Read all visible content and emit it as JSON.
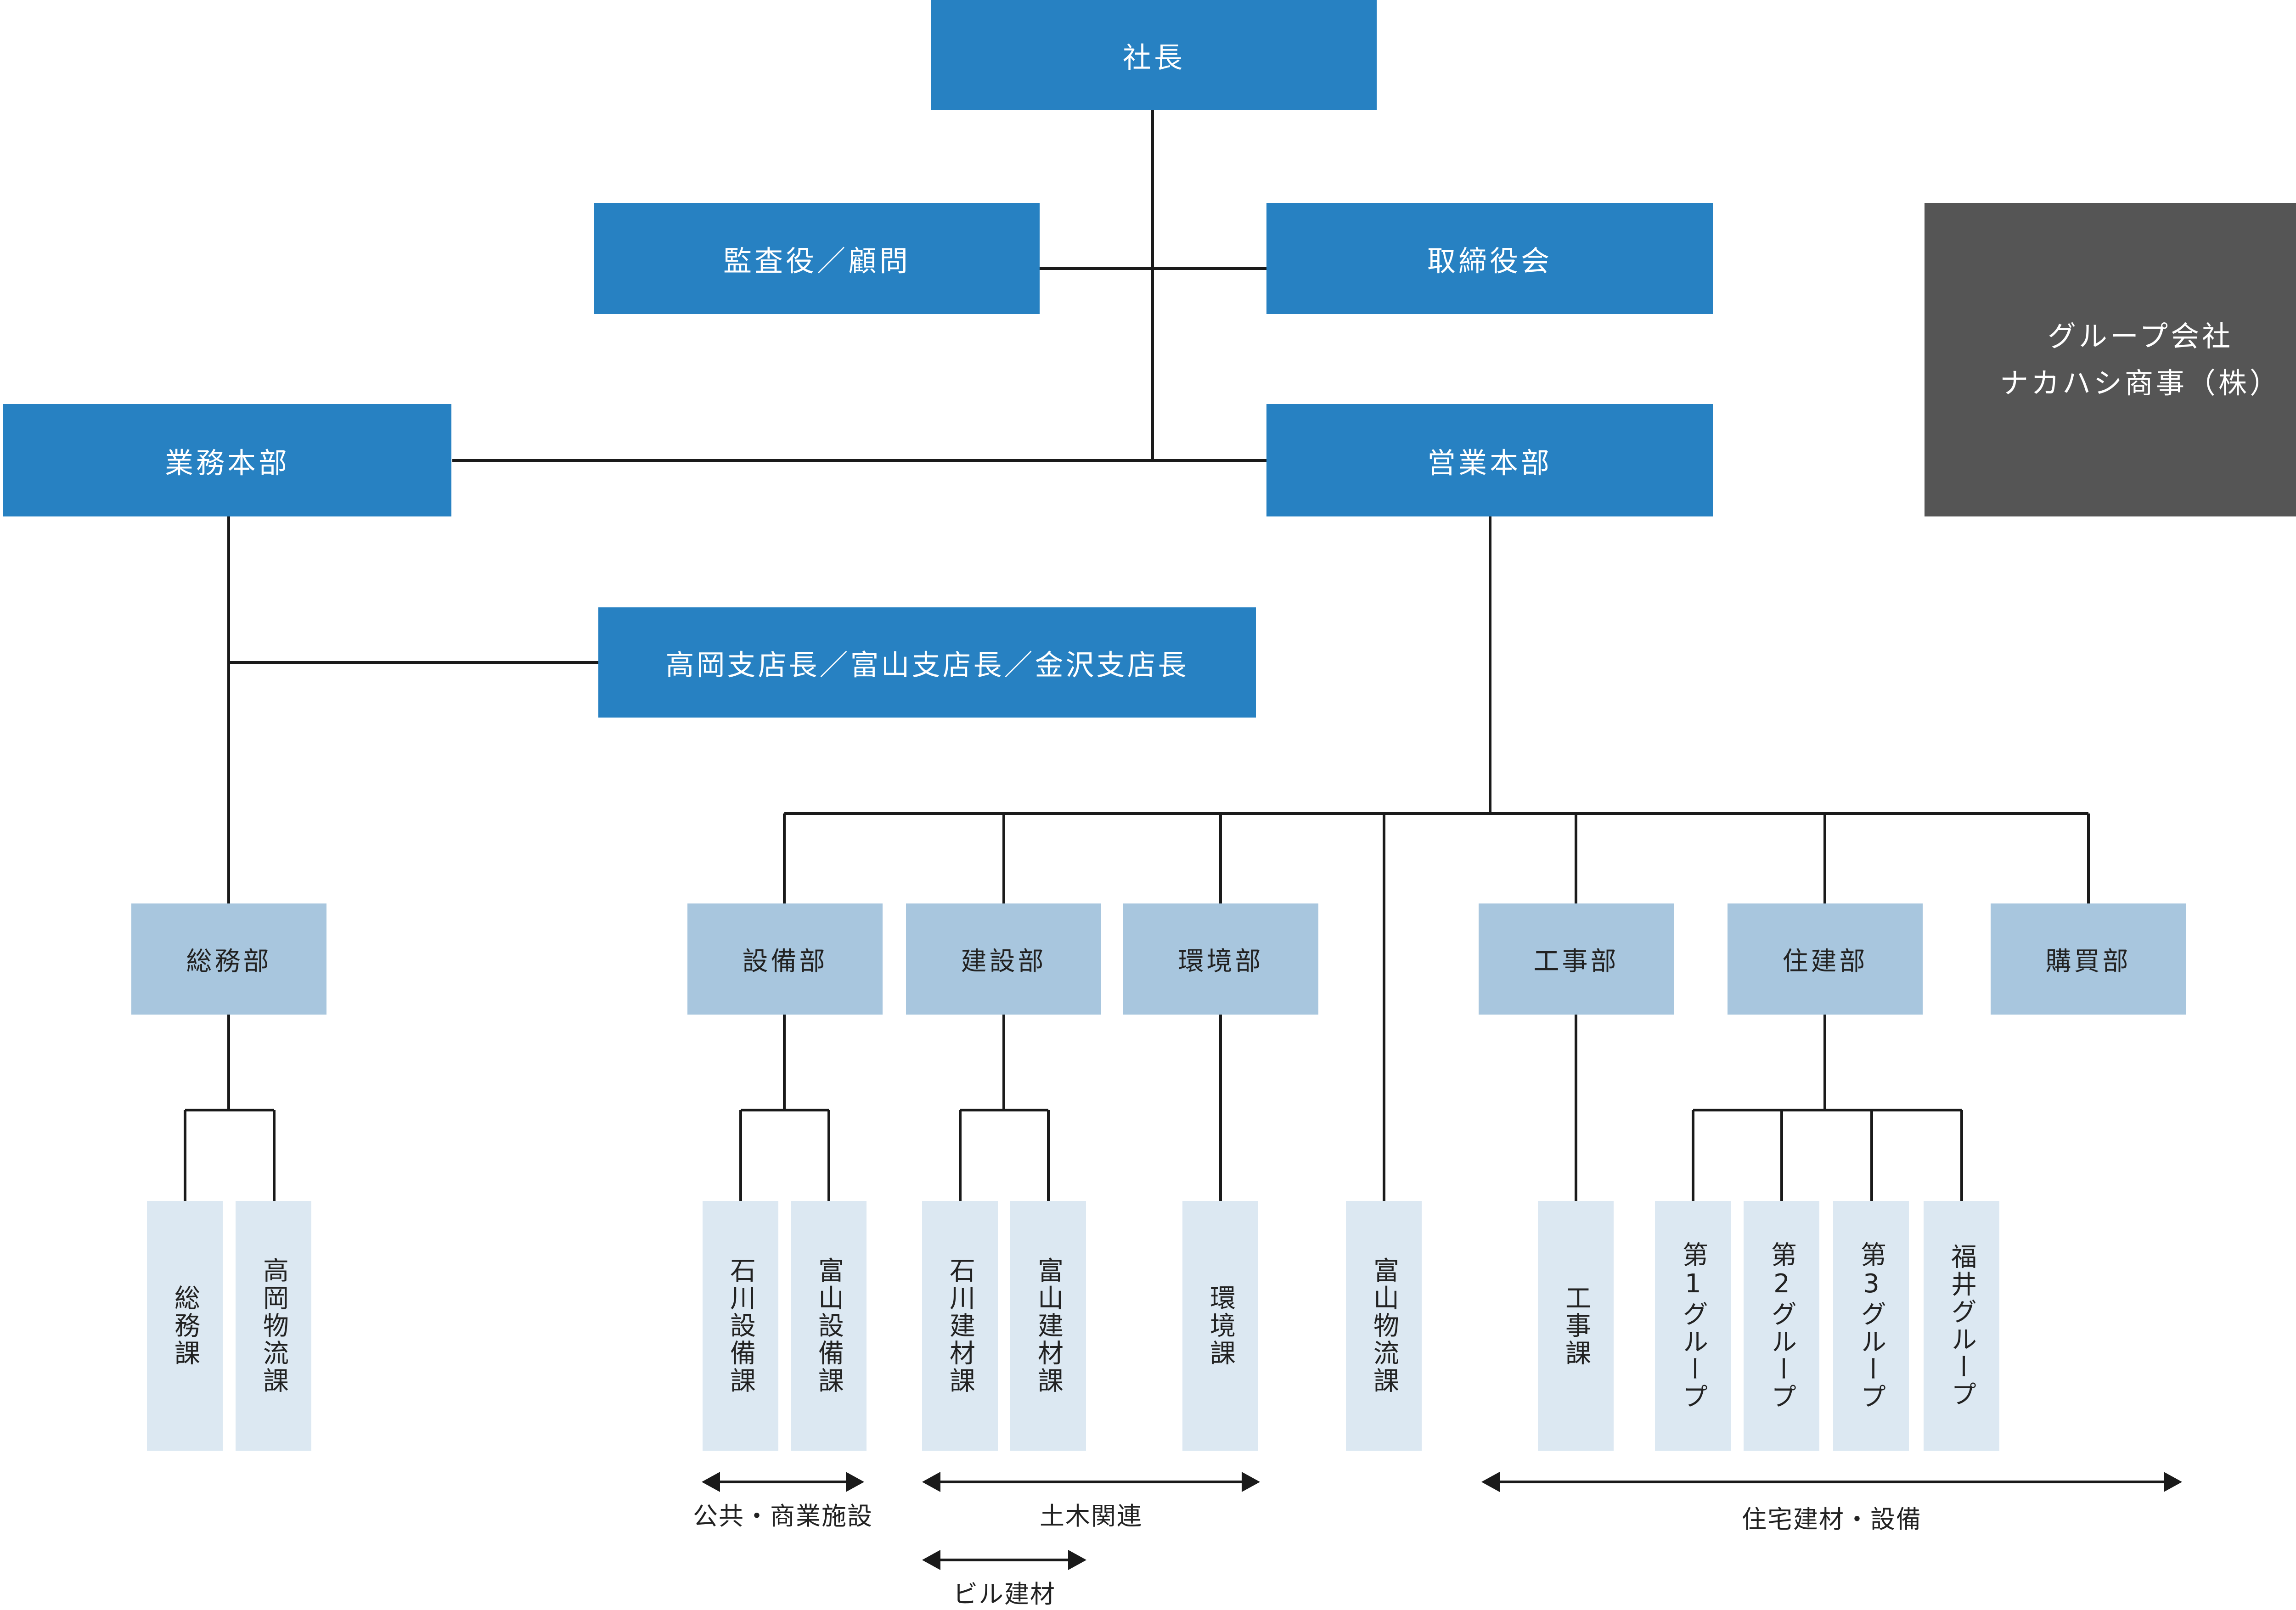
{
  "top": {
    "president": "社長",
    "auditor": "監査役／顧問",
    "board": "取締役会",
    "admin_hq": "業務本部",
    "sales_hq": "営業本部",
    "branch_managers": "高岡支店長／富山支店長／金沢支店長"
  },
  "group_company": {
    "line1": "グループ会社",
    "line2": "ナカハシ商事（株）"
  },
  "departments": {
    "general_affairs": "総務部",
    "facilities": "設備部",
    "construction": "建設部",
    "environment": "環境部",
    "works": "工事部",
    "housing": "住建部",
    "purchasing": "購買部"
  },
  "sections": {
    "general_affairs_sec": "総務課",
    "takaoka_logistics": "高岡物流課",
    "ishikawa_facilities": "石川設備課",
    "toyama_facilities": "富山設備課",
    "ishikawa_materials": "石川建材課",
    "toyama_materials": "富山建材課",
    "environment_sec": "環境課",
    "toyama_logistics": "富山物流課",
    "works_sec": "工事課",
    "group1": "第1グループ",
    "group2": "第2グループ",
    "group3": "第3グループ",
    "fukui_group": "福井グループ"
  },
  "spans": {
    "public_commercial": "公共・商業施設",
    "civil": "土木関連",
    "building_materials": "ビル建材",
    "housing_materials": "住宅建材・設備"
  }
}
